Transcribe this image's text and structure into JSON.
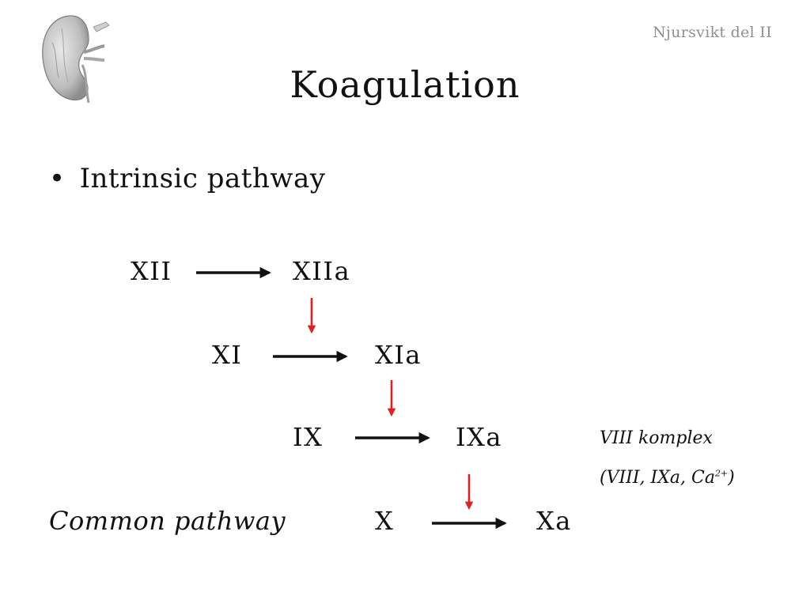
{
  "slide": {
    "header_tag": "Njursvikt del II",
    "title": "Koagulation",
    "bullet": "Intrinsic pathway",
    "common_label": "Common pathway"
  },
  "cascade": {
    "steps": [
      {
        "from": "XII",
        "to": "XIIa"
      },
      {
        "from": "XI",
        "to": "XIa"
      },
      {
        "from": "IX",
        "to": "IXa"
      },
      {
        "from": "X",
        "to": "Xa"
      }
    ]
  },
  "annotation": {
    "line1": "VIII komplex",
    "line2_prefix": "(VIII, IXa, Ca",
    "line2_sup": "2+",
    "line2_suffix": ")"
  },
  "colors": {
    "activation_arrow": "#111111",
    "transition_arrow": "#e02020",
    "header_tag": "#8f8f8f"
  },
  "icons": {
    "logo": "kidney-illustration"
  }
}
